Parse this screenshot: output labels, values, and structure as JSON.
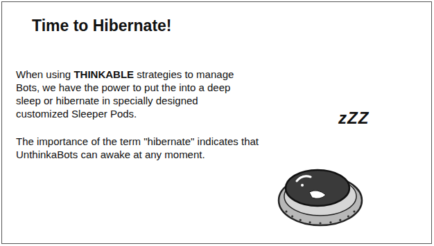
{
  "diagram": {
    "nodes": [
      {
        "text": [
          "Time to Hibernate!",
          "When using THINKABLE strategies to manage Bots, we have the power to put the into a deep sleep or hibernate in specially designed customized Sleeper Pods.",
          "The importance of the term \"hibernate\" indicates that UnthinkaBots can awake at any moment."
        ]
      }
    ],
    "labels": [
      "zZZ"
    ]
  }
}
